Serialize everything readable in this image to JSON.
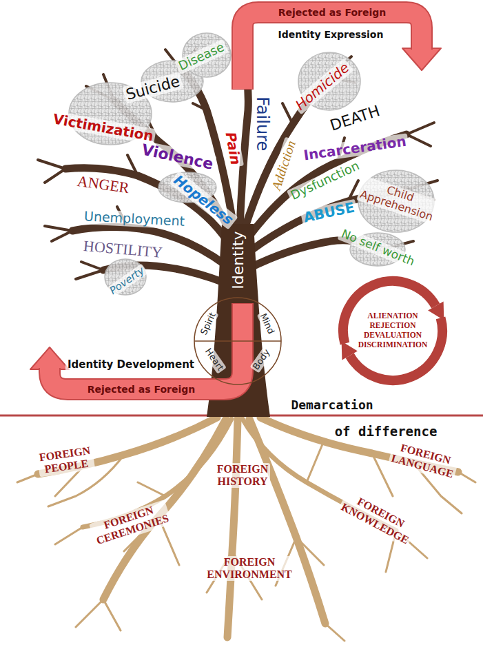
{
  "diagram": {
    "nodes": [
      {
        "text": [
          "Rejected as Foreign"
        ]
      },
      {
        "text": [
          "Spirit",
          "Mind",
          "Heart",
          "Body"
        ]
      },
      {
        "text": [
          "ALIENATION REJECTION DEVALUATION DISCRIMINATION"
        ]
      },
      {
        "text": [
          "Rejected as Foreign"
        ]
      }
    ],
    "labels": [
      "Identity Expression",
      "Disease",
      "Suicide",
      "Victimization",
      "Violence",
      "Pain",
      "Failure",
      "Addiction",
      "Homicide",
      "DEATH",
      "Incarceration",
      "ANGER",
      "Hopeless",
      "Dysfunction",
      "Child Apprehension",
      "Unemployment",
      "HOSTILITY",
      "Poverty",
      "ABUSE",
      "No self worth",
      "Identity",
      "Identity Development",
      "Demarcation",
      "of difference",
      "FOREIGN PEOPLE",
      "FOREIGN HISTORY",
      "FOREIGN LANGUAGE",
      "FOREIGN CEREMONIES",
      "FOREIGN KNOWLEDGE",
      "FOREIGN ENVIRONMENT"
    ]
  }
}
